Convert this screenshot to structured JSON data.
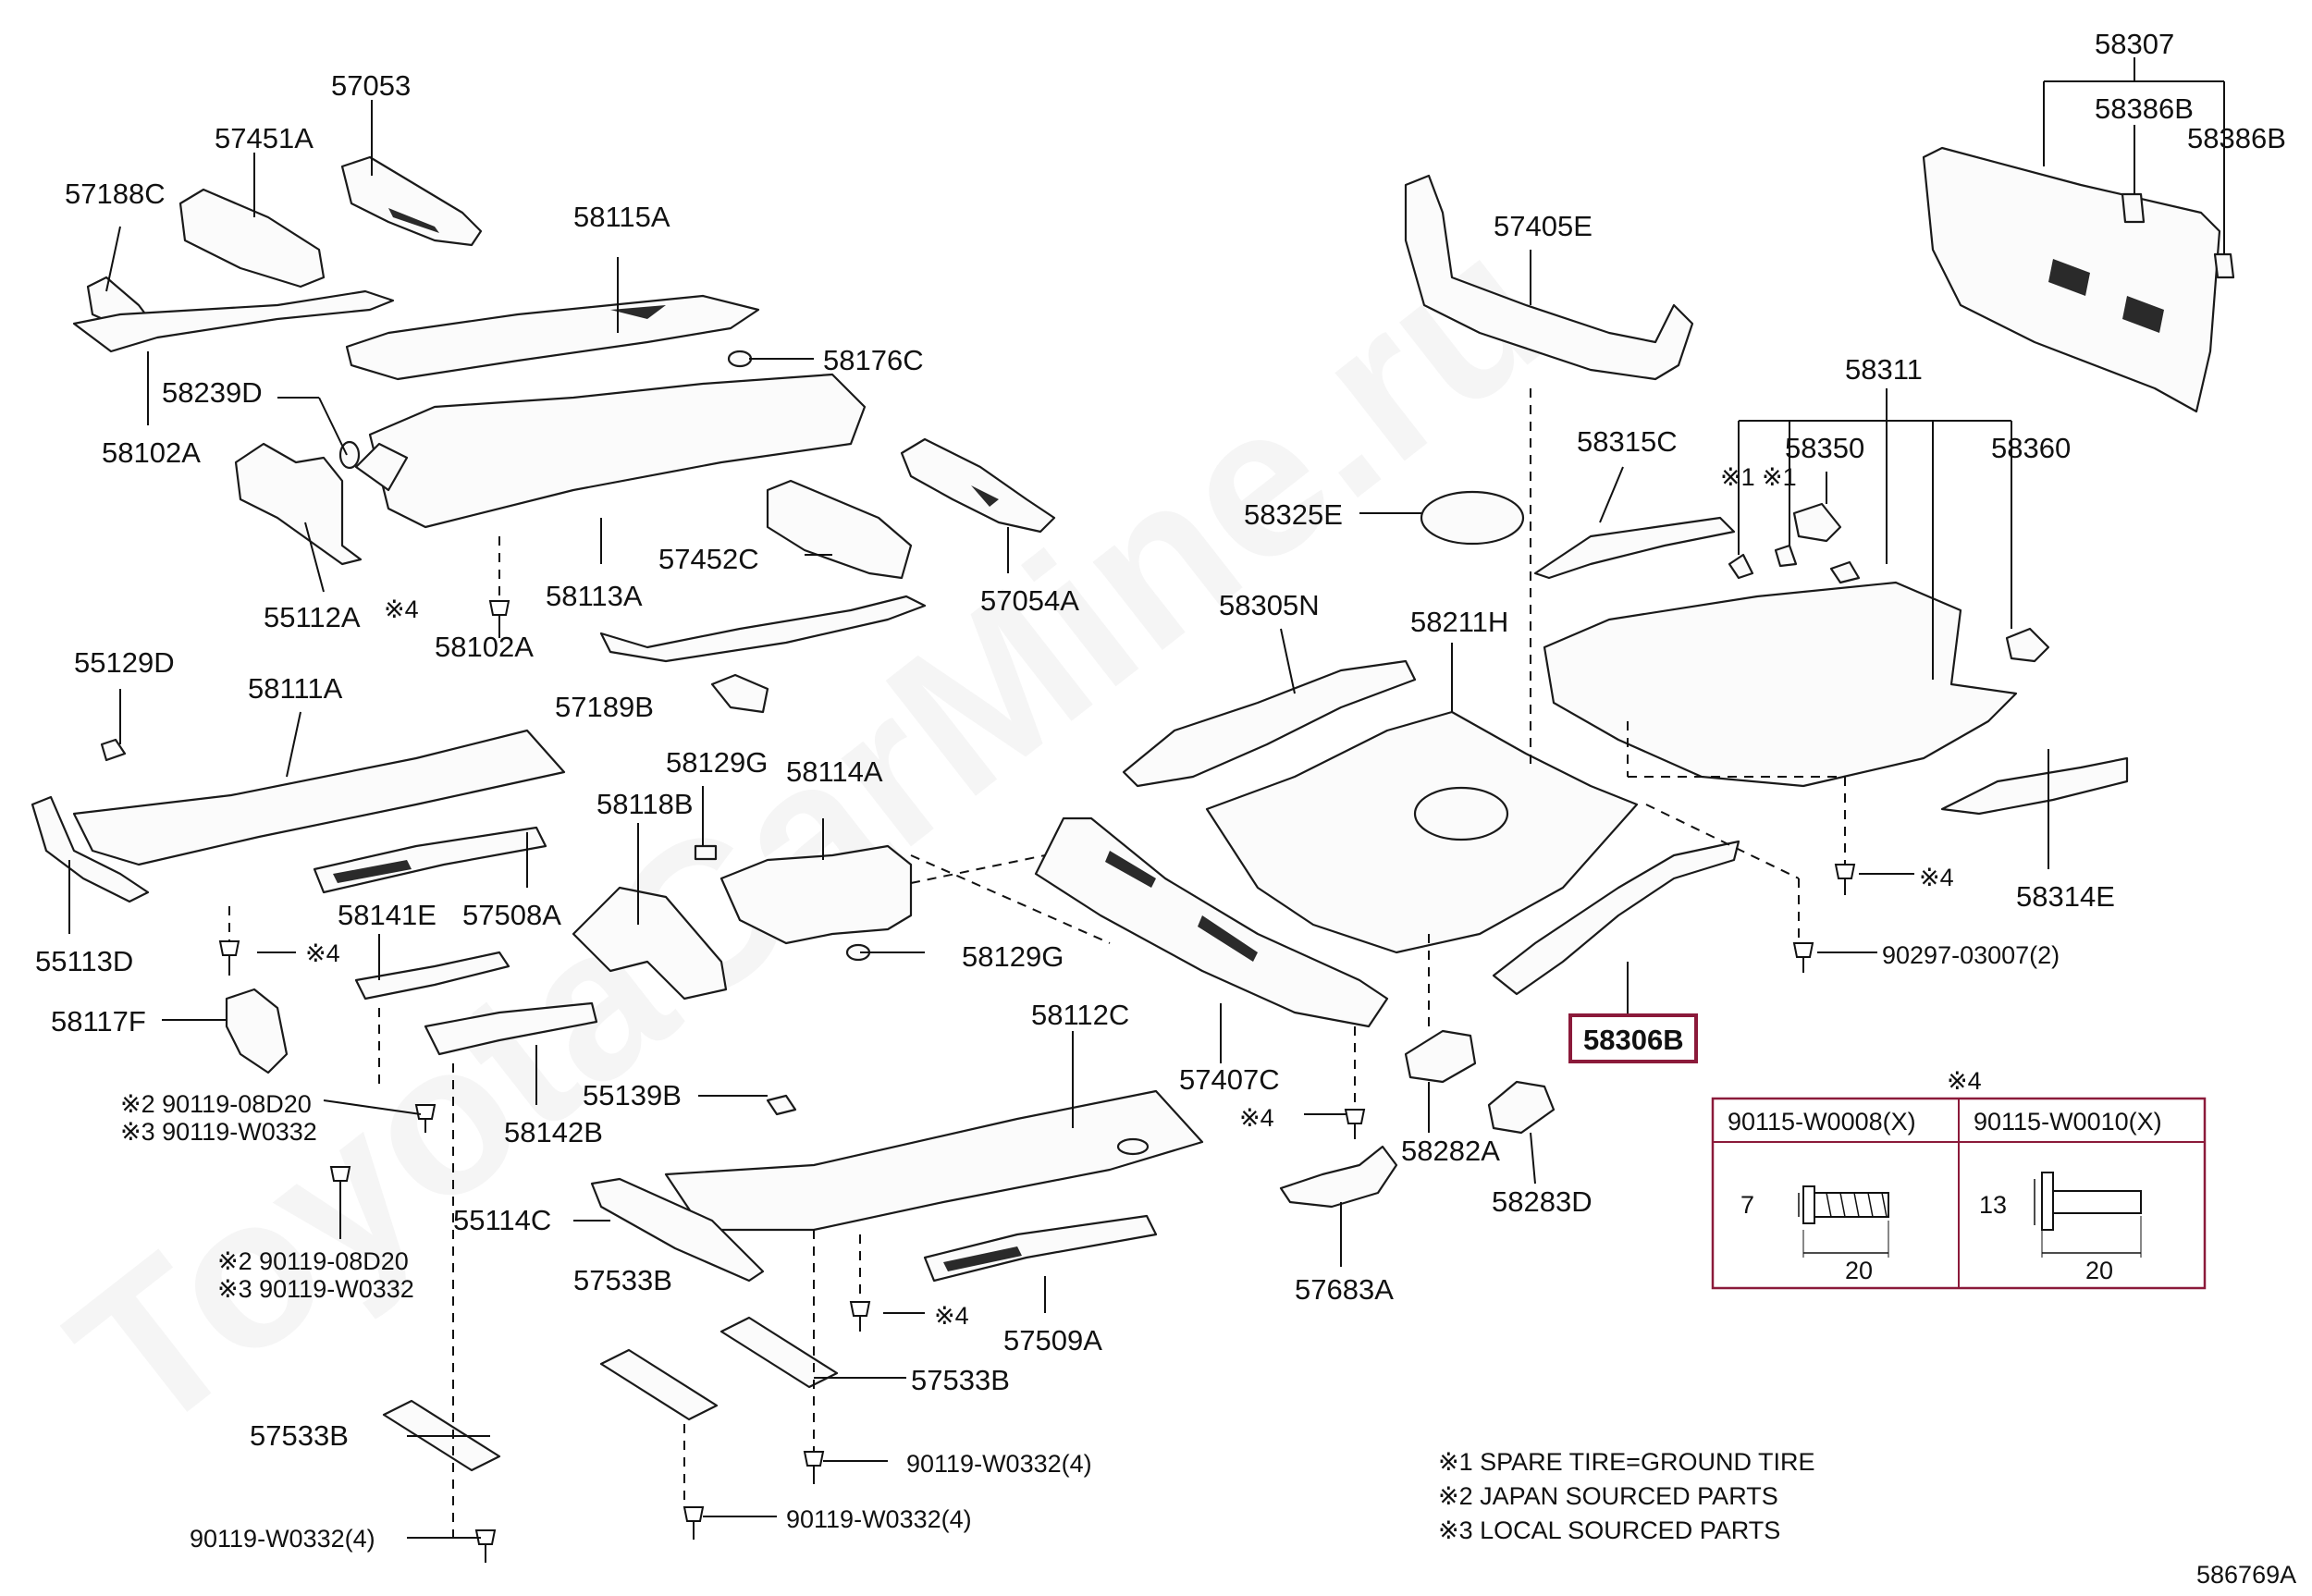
{
  "watermark": "ToyotaCarMine.ru",
  "labels": {
    "57053": "57053",
    "57451A": "57451A",
    "57188C": "57188C",
    "58115A": "58115A",
    "58239D": "58239D",
    "58176C": "58176C",
    "58102A_top": "58102A",
    "55112A": "55112A",
    "57452C": "57452C",
    "57054A": "57054A",
    "58113A": "58113A",
    "note4_a": "※4",
    "58102A_mid": "58102A",
    "57189B": "57189B",
    "55129D": "55129D",
    "58111A": "58111A",
    "55113D": "55113D",
    "58141E": "58141E",
    "note4_b": "※4",
    "57508A": "57508A",
    "58117F": "58117F",
    "fast_a1": "※2 90119-08D20",
    "fast_a2": "※3 90119-W0332",
    "58142B": "58142B",
    "fast_b1": "※2 90119-08D20",
    "fast_b2": "※3 90119-W0332",
    "58129G_top": "58129G",
    "58114A": "58114A",
    "58118B": "58118B",
    "58129G_mid": "58129G",
    "58112C": "58112C",
    "55139B": "55139B",
    "55114C": "55114C",
    "57533B_a": "57533B",
    "57533B_b": "57533B",
    "57533B_c": "57533B",
    "note4_c": "※4",
    "57509A": "57509A",
    "fast_c": "90119-W0332(4)",
    "fast_d": "90119-W0332(4)",
    "fast_e": "90119-W0332(4)",
    "57405E": "57405E",
    "58325E": "58325E",
    "58305N": "58305N",
    "58211H": "58211H",
    "57407C": "57407C",
    "note4_d": "※4",
    "58282A": "58282A",
    "58283D": "58283D",
    "57683A": "57683A",
    "58306B": "58306B",
    "58307": "58307",
    "58386B_a": "58386B",
    "58386B_b": "58386B",
    "58311": "58311",
    "58315C": "58315C",
    "note1a": "※1",
    "note1b": "※1",
    "58350": "58350",
    "58360": "58360",
    "note4_e": "※4",
    "58314E": "58314E",
    "fast_f": "90297-03007(2)"
  },
  "bolt_table": {
    "title": "※4",
    "col1": "90115-W0008(X)",
    "col2": "90115-W0010(X)",
    "col1_height": "7",
    "col1_length": "20",
    "col2_height": "13",
    "col2_length": "20"
  },
  "notes": [
    "※1 SPARE TIRE=GROUND TIRE",
    "※2 JAPAN SOURCED PARTS",
    "※3 LOCAL SOURCED PARTS"
  ],
  "diagram_id": "586769A",
  "colors": {
    "highlight": "#8b1a3a",
    "ink": "#111111"
  }
}
